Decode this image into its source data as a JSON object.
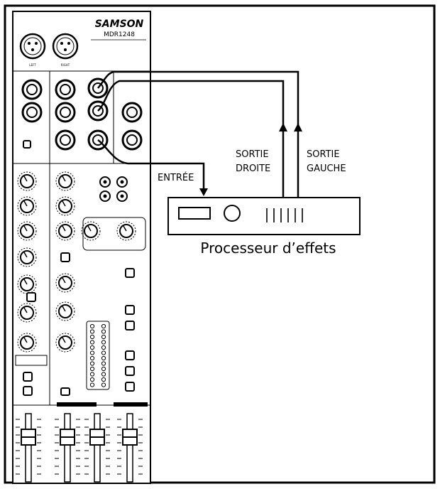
{
  "mixer": {
    "brand": "SAMSON",
    "model": "MDR1248",
    "xlr_labels": [
      "LEFT",
      "RIGHT"
    ]
  },
  "processor": {
    "caption": "Processeur d’effets"
  },
  "labels": {
    "entree": "ENTRÉE",
    "sortie_droite_line1": "SORTIE",
    "sortie_droite_line2": "DROITE",
    "sortie_gauche_line1": "SORTIE",
    "sortie_gauche_line2": "GAUCHE"
  },
  "colors": {
    "line": "#000000",
    "background": "#ffffff",
    "panel": "#ffffff",
    "dark": "#1a1a1a"
  }
}
